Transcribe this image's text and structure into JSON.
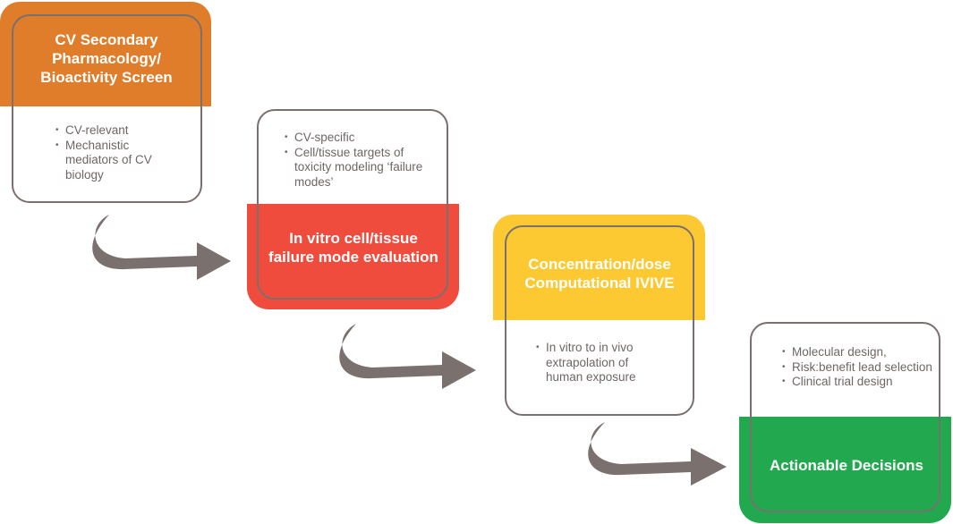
{
  "colors": {
    "orange": "#e07d2a",
    "red": "#ef4c3d",
    "yellow": "#fcc933",
    "green": "#22a94f",
    "outline": "#7a706e",
    "arrow": "#7a706e",
    "text": "#6e6664"
  },
  "steps": [
    {
      "title": "CV Secondary Pharmacology/ Bioactivity Screen",
      "bullets": [
        "CV-relevant",
        "Mechanistic mediators of CV biology"
      ]
    },
    {
      "title": "In vitro cell/tissue failure mode evaluation",
      "bullets": [
        "CV-specific",
        "Cell/tissue targets of toxicity modeling ‘failure modes’"
      ]
    },
    {
      "title": "Concentration/dose Computational IVIVE",
      "bullets": [
        "In vitro to in vivo extrapolation of human exposure"
      ]
    },
    {
      "title": "Actionable Decisions",
      "bullets": [
        "Molecular design,",
        "Risk:benefit lead selection",
        "Clinical trial design"
      ]
    }
  ]
}
